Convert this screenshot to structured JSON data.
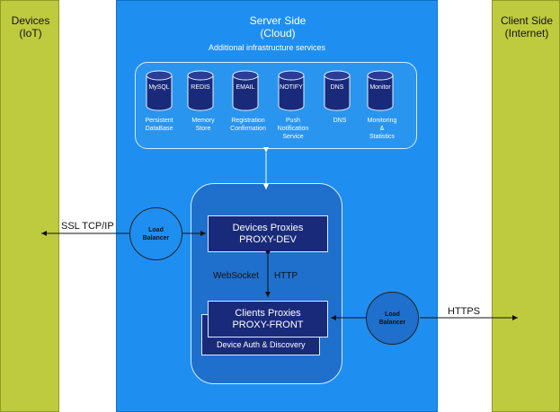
{
  "devices_panel": {
    "title": "Devices\n(IoT)"
  },
  "client_panel": {
    "title": "Client Side\n(Internet)"
  },
  "server": {
    "title": "Server Side\n(Cloud)"
  },
  "infra": {
    "title": "Additional infrastructure services",
    "services": [
      {
        "label": "MySQL",
        "caption": "Persistent\nDataBase"
      },
      {
        "label": "REDIS",
        "caption": "Memory\nStore"
      },
      {
        "label": "EMAIL",
        "caption": "Registration\nConfirmation"
      },
      {
        "label": "NOTIFY",
        "caption": "Push\nNotification\nService"
      },
      {
        "label": "DNS",
        "caption": "DNS"
      },
      {
        "label": "Monitor",
        "caption": "Monitoring\n&\nStatistics"
      }
    ]
  },
  "proxy_dev": {
    "line1": "Devices Proxies",
    "line2": "PROXY-DEV"
  },
  "proxy_front": {
    "line1": "Clients Proxies",
    "line2": "PROXY-FRONT"
  },
  "auth": {
    "label": "Device Auth & Discovery"
  },
  "lb_left": {
    "label": "Load\nBalancer"
  },
  "lb_right": {
    "label": "Load\nBalancer"
  },
  "links": {
    "websocket": "WebSocket",
    "http": "HTTP",
    "ssl": "SSL TCP/IP",
    "https": "HTTPS"
  },
  "colors": {
    "side_panel": "#bfcb3f",
    "cloud": "#1e8ff0",
    "proxy_area": "#1f6fcc",
    "proxy_box": "#1a2a7a",
    "db_body": "#1a2a7a"
  }
}
